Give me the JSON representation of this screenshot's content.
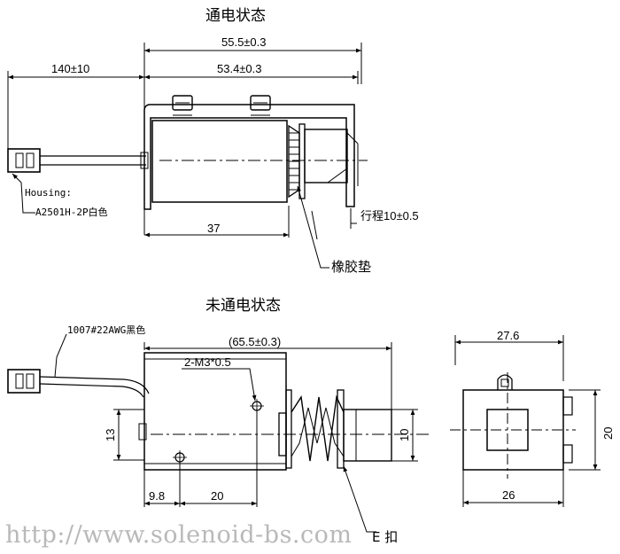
{
  "titles": {
    "energized": "通电状态",
    "deenergized": "未通电状态"
  },
  "energized_view": {
    "dim_total_length": "55.5±0.3",
    "dim_body_length": "53.4±0.3",
    "dim_lead_length": "140±10",
    "dim_coil_length": "37",
    "dim_stroke": "行程10±0.5",
    "housing_label_1": "Housing:",
    "housing_label_2": "A2501H-2P白色",
    "rubber_pad_label": "橡胶垫"
  },
  "deenergized_view": {
    "wire_label": "1007#22AWG黑色",
    "dim_total_length": "(65.5±0.3)",
    "dim_thread": "2-M3*0.5",
    "dim_height": "13",
    "dim_plunger_dia": "10",
    "dim_offset": "9.8",
    "dim_hole_pitch": "20",
    "e_clip_label": "E 扣"
  },
  "end_view": {
    "dim_top_width": "27.6",
    "dim_height": "20",
    "dim_bottom_width": "26"
  },
  "watermark": "http://www.solenoid-bs.com"
}
